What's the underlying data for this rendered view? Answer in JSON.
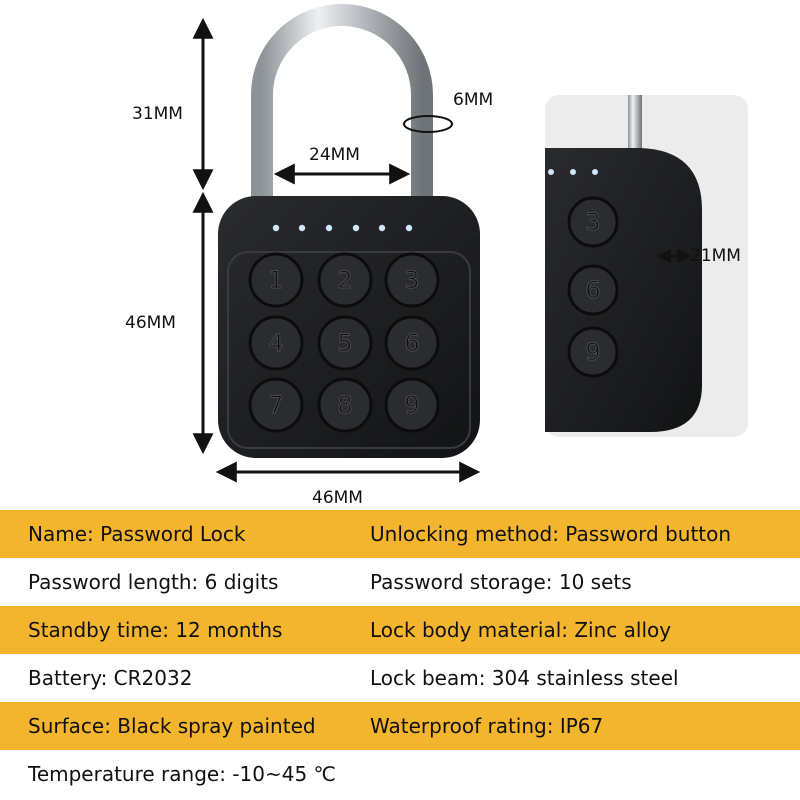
{
  "dimensions": {
    "shackle_height": "31MM",
    "shackle_diameter": "6MM",
    "shackle_width": "24MM",
    "body_height": "46MM",
    "body_width": "46MM",
    "body_thickness": "21MM"
  },
  "keypad": {
    "front_keys": [
      "1",
      "2",
      "3",
      "4",
      "5",
      "6",
      "7",
      "8",
      "9"
    ],
    "side_keys": [
      "3",
      "6",
      "9"
    ]
  },
  "colors": {
    "band": "#f4b52e",
    "body": "#1b1c1e",
    "key": "#2b2c2f",
    "shackle": "#b9bdc2",
    "led": "#cfe6ff"
  },
  "specs": [
    {
      "left": "Name: Password Lock",
      "right": "Unlocking method: Password button",
      "band": true
    },
    {
      "left": "Password length: 6 digits",
      "right": "Password storage: 10 sets",
      "band": false
    },
    {
      "left": "Standby time: 12 months",
      "right": "Lock body material: Zinc alloy",
      "band": true
    },
    {
      "left": "Battery: CR2032",
      "right": "Lock beam: 304 stainless steel",
      "band": false
    },
    {
      "left": "Surface: Black spray painted",
      "right": "Waterproof rating: IP67",
      "band": true
    },
    {
      "left": "Temperature range: -10~45 ℃",
      "right": "",
      "band": false
    }
  ]
}
